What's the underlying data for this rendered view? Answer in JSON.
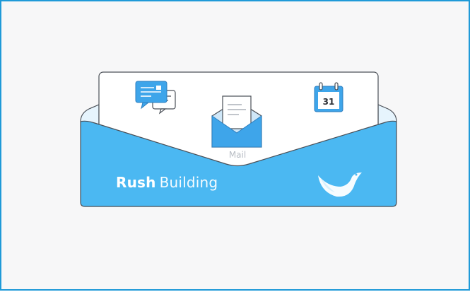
{
  "card": {
    "mail_label": "Mail",
    "calendar_day": "31"
  },
  "brand": {
    "name_primary": "Rush",
    "name_secondary": "Building"
  },
  "colors": {
    "frame_border": "#1f9ad8",
    "accent_blue": "#4bb8f2",
    "icon_blue": "#3ea5ea",
    "card_white": "#ffffff"
  },
  "icons": [
    "chat-bubbles-icon",
    "mail-envelope-icon",
    "calendar-icon",
    "bird-logo-icon"
  ]
}
